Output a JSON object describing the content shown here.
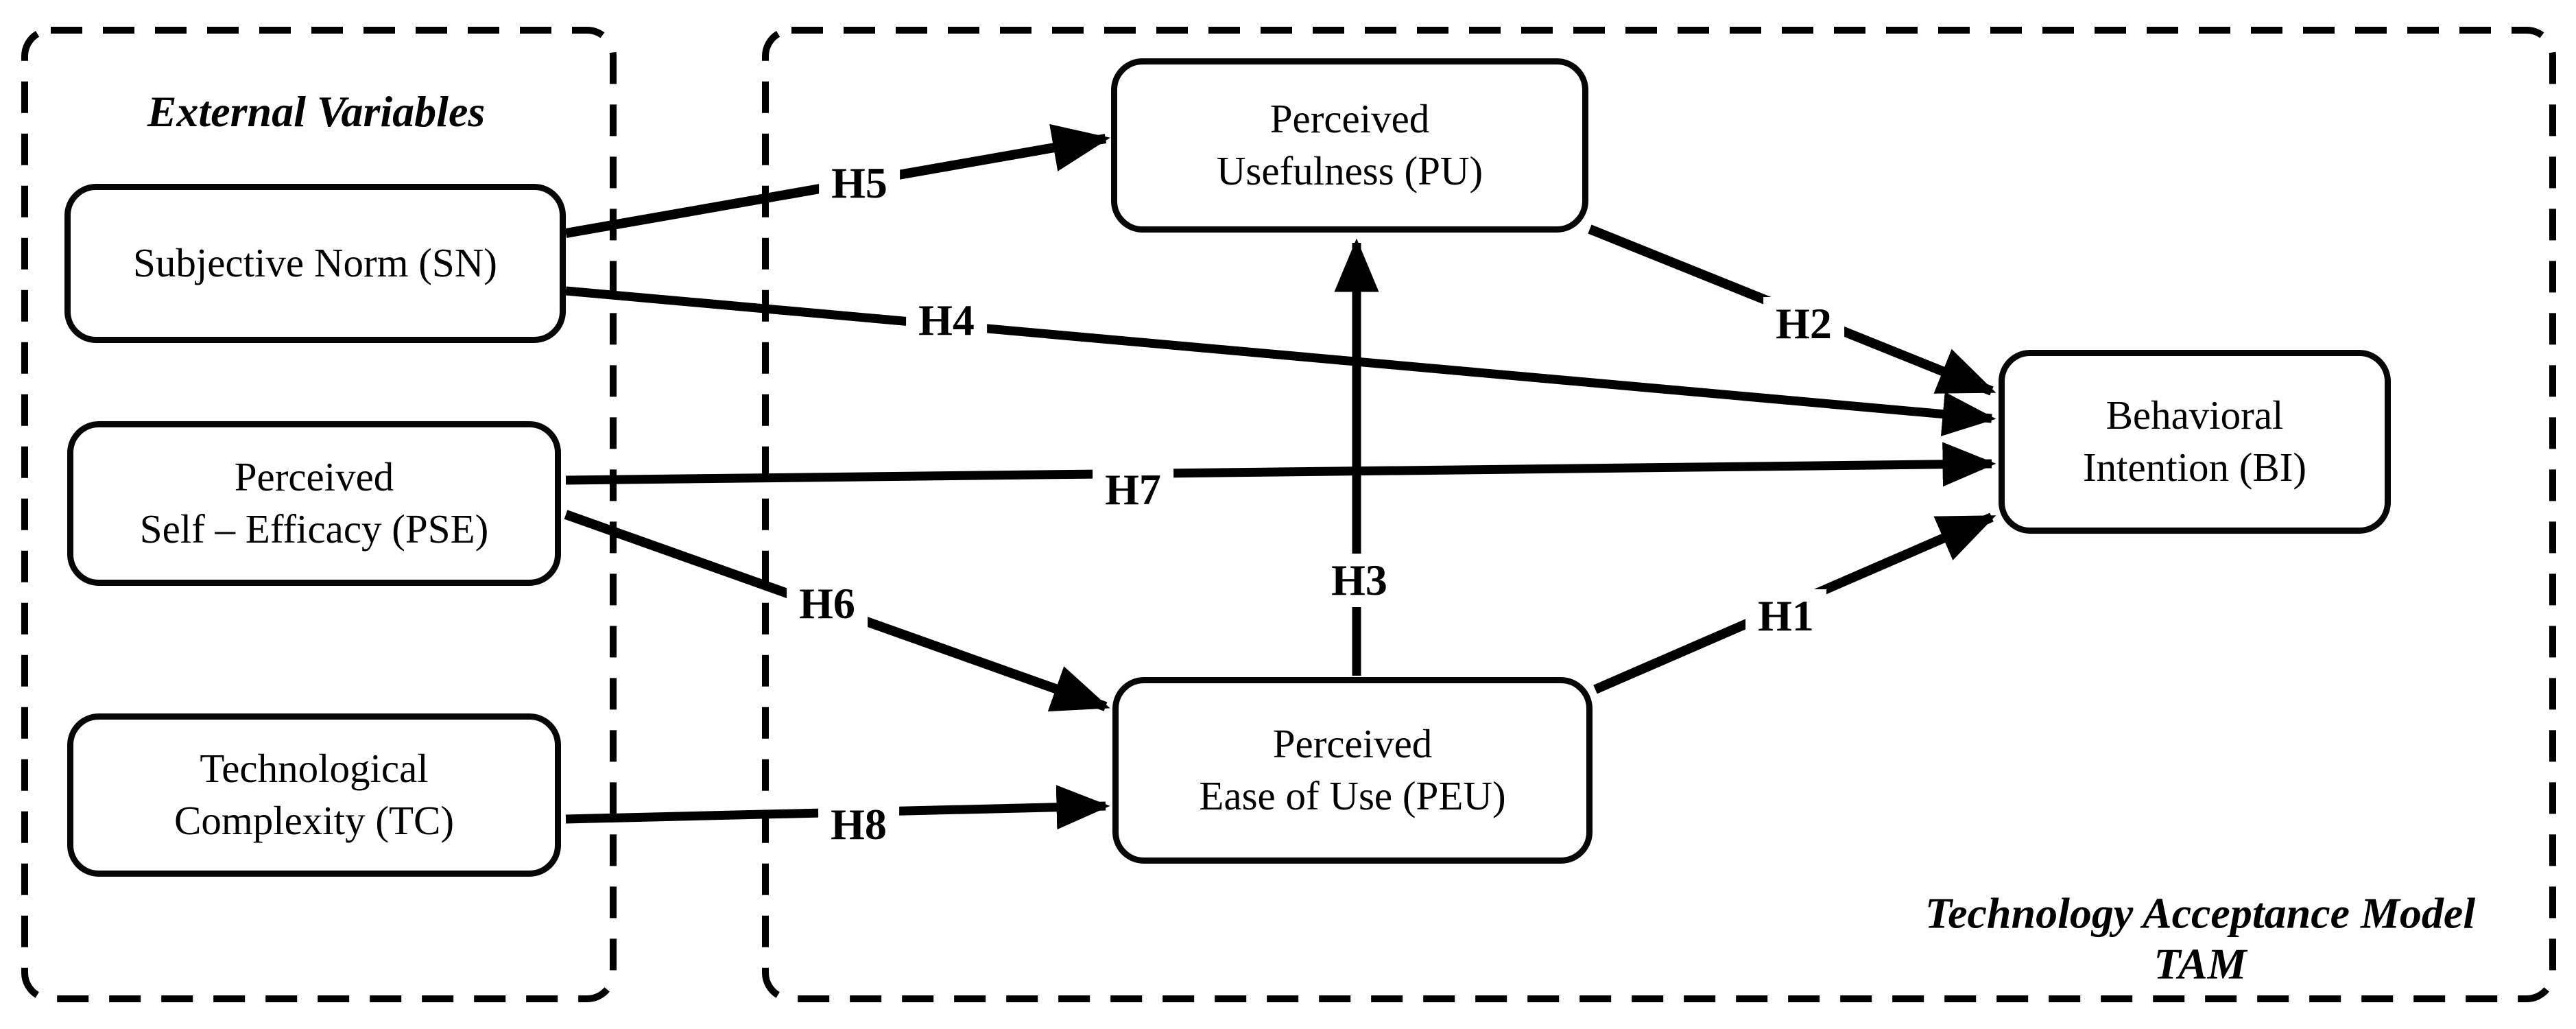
{
  "diagram": {
    "background": "#ffffff",
    "ink": "#000000",
    "type": "path-model-diagram"
  },
  "groups": {
    "external": {
      "title": "External Variables"
    },
    "tam": {
      "title_line1": "Technology Acceptance Model",
      "title_line2": "TAM"
    }
  },
  "nodes": {
    "sn": {
      "line1": "Subjective Norm (SN)",
      "line2": ""
    },
    "pse": {
      "line1": "Perceived",
      "line2": "Self – Efficacy (PSE)"
    },
    "tc": {
      "line1": "Technological",
      "line2": "Complexity (TC)"
    },
    "pu": {
      "line1": "Perceived",
      "line2": "Usefulness (PU)"
    },
    "peu": {
      "line1": "Perceived",
      "line2": "Ease of Use (PEU)"
    },
    "bi": {
      "line1": "Behavioral",
      "line2": "Intention (BI)"
    }
  },
  "hypotheses": {
    "h1": "H1",
    "h2": "H2",
    "h3": "H3",
    "h4": "H4",
    "h5": "H5",
    "h6": "H6",
    "h7": "H7",
    "h8": "H8"
  },
  "edges": [
    {
      "id": "H5",
      "from": "SN",
      "to": "PU"
    },
    {
      "id": "H4",
      "from": "SN",
      "to": "BI"
    },
    {
      "id": "H2",
      "from": "PU",
      "to": "BI"
    },
    {
      "id": "H7",
      "from": "PSE",
      "to": "BI"
    },
    {
      "id": "H6",
      "from": "PSE",
      "to": "PEU"
    },
    {
      "id": "H3",
      "from": "PEU",
      "to": "PU"
    },
    {
      "id": "H1",
      "from": "PEU",
      "to": "BI"
    },
    {
      "id": "H8",
      "from": "TC",
      "to": "PEU"
    }
  ]
}
